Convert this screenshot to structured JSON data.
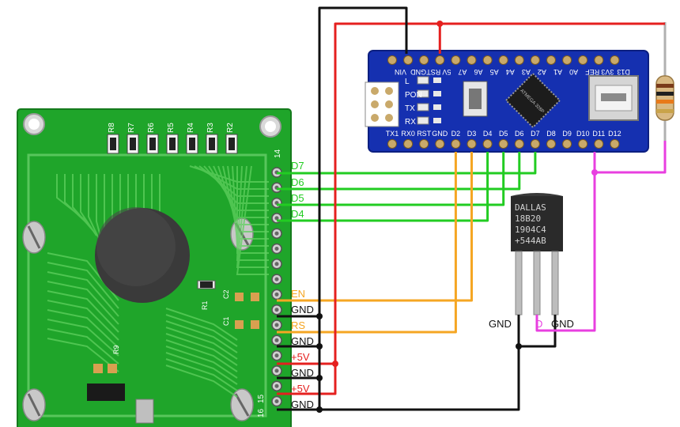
{
  "colors": {
    "pcb_green": "#1fa52a",
    "nano_blue": "#1530b0",
    "wire_green": "#22cc22",
    "wire_orange": "#f5a623",
    "wire_red": "#e5201f",
    "wire_black": "#111111",
    "wire_magenta": "#e83fe0"
  },
  "lcd": {
    "resistors": [
      "R8",
      "R7",
      "R6",
      "R5",
      "R4",
      "R3",
      "R2"
    ],
    "pin_14": "14",
    "pin_15": "15",
    "pin_16": "16",
    "caps": [
      "C2",
      "R1",
      "C1",
      "R9"
    ],
    "pin_labels": [
      {
        "text": "D7",
        "color": "wire_green"
      },
      {
        "text": "D6",
        "color": "wire_green"
      },
      {
        "text": "D5",
        "color": "wire_green"
      },
      {
        "text": "D4",
        "color": "wire_green"
      },
      {
        "text": "EN",
        "color": "wire_orange"
      },
      {
        "text": "GND",
        "color": "wire_black"
      },
      {
        "text": "RS",
        "color": "wire_orange"
      },
      {
        "text": "GND",
        "color": "wire_black"
      },
      {
        "text": "+5V",
        "color": "wire_red"
      },
      {
        "text": "GND",
        "color": "wire_black"
      },
      {
        "text": "+5V",
        "color": "wire_red"
      },
      {
        "text": "GND",
        "color": "wire_black"
      }
    ]
  },
  "nano": {
    "top_pins": [
      "VIN",
      "GND",
      "RST",
      "5V",
      "A7",
      "A6",
      "A5",
      "A4",
      "A3",
      "A2",
      "A1",
      "A0",
      "REF",
      "3V3",
      "D13"
    ],
    "bottom_pins": [
      "TX1",
      "RX0",
      "RST",
      "GND",
      "D2",
      "D3",
      "D4",
      "D5",
      "D6",
      "D7",
      "D8",
      "D9",
      "D10",
      "D11",
      "D12"
    ],
    "leds": [
      "L",
      "PON",
      "TX",
      "RX"
    ],
    "chip_text": "ATMEGA 328P"
  },
  "sensor": {
    "lines": [
      "DALLAS",
      "18B20",
      "1904C4",
      "+544AB"
    ],
    "pin_gnd_left": "GND",
    "pin_d": "D",
    "pin_gnd_right": "GND"
  }
}
